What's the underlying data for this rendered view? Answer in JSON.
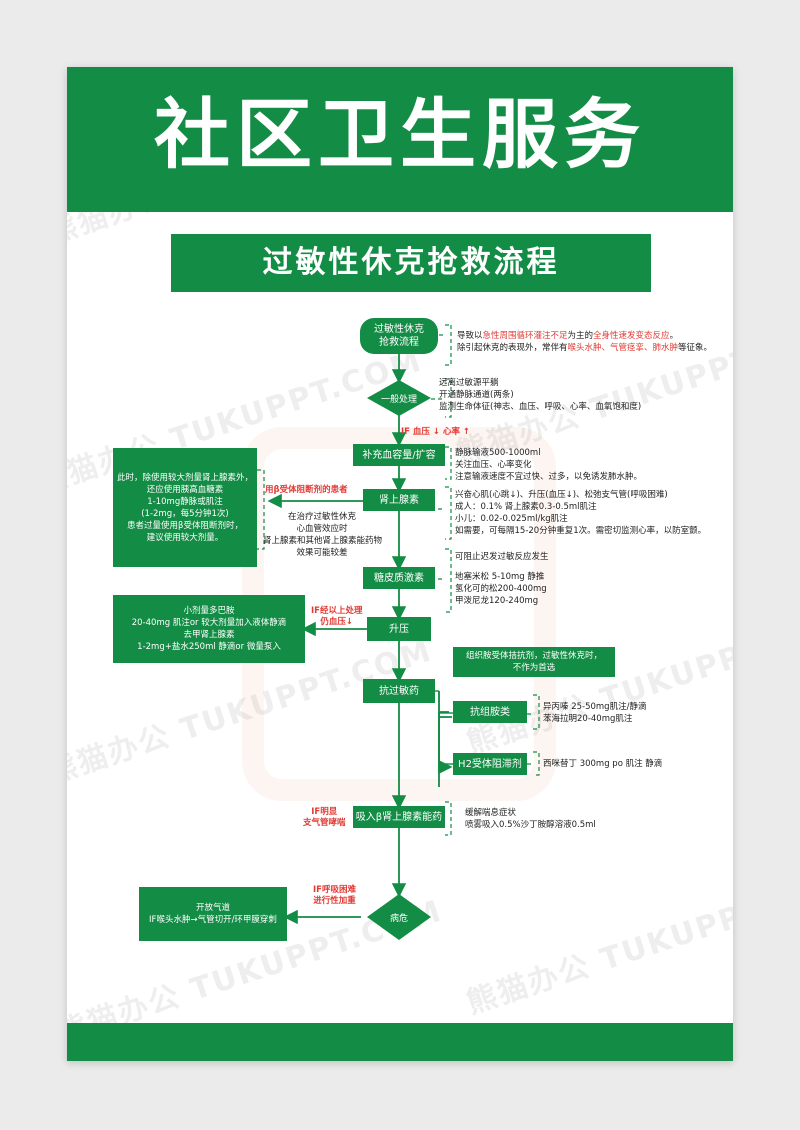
{
  "header": {
    "title": "社区卫生服务",
    "subtitle": "过敏性休克抢救流程"
  },
  "watermark": {
    "text": "熊猫办公 TUKUPPT.COM"
  },
  "colors": {
    "primary": "#138c45",
    "alert": "#e23b35",
    "background": "#ebebeb"
  },
  "flow": {
    "start": "过敏性休克\n抢救流程",
    "step1": "一般处理",
    "cond1": "IF 血压 ↓ 心率 ↑",
    "step2": "补充血容量/扩容",
    "step3": "肾上腺素",
    "step4": "糖皮质激素",
    "step5": "升压",
    "step6": "抗过敏药",
    "step6a": "抗组胺类",
    "step6b": "H2受体阻滞剂",
    "step7": "吸入β肾上腺素能药",
    "step8": "病危"
  },
  "conditions": {
    "beta_blocker": "用β受体阻断剂的患者",
    "still_low": [
      "IF经以上处理",
      "仍血压↓"
    ],
    "bronchospasm": [
      "IF明显",
      "支气管哮喘"
    ],
    "dyspnea": [
      "IF呼吸困难",
      "进行性加重"
    ]
  },
  "notes": {
    "intro": {
      "p1": "导致以",
      "r1": "急性周围循环灌注不足",
      "p2": "为主的",
      "r2": "全身性速发变态反应",
      "p3": "。",
      "p4": "除引起休克的表现外，常伴有",
      "r3": "喉头水肿、气管痉挛、肺水肿",
      "p5": "等征象。"
    },
    "general": [
      "远离过敏源平躺",
      "开通静脉通道(两条)",
      "监测生命体征(神志、血压、呼吸、心率、血氧饱和度)"
    ],
    "fluid": [
      "静脉输液500-1000ml",
      "关注血压、心率变化",
      "注意输液速度不宜过快、过多，以免诱发肺水肿。"
    ],
    "epinephrine": [
      "兴奋心肌(心跳↓)、升压(血压↓)、松弛支气管(呼吸困难)",
      "成人：0.1% 肾上腺素0.3-0.5ml肌注",
      "小儿：0.02-0.025ml/kg肌注",
      "如需要，可每隔15-20分钟重复1次。需密切监测心率，以防室颤。"
    ],
    "steroid": [
      "可阻止迟发过敏反应发生",
      "",
      "地塞米松 5-10mg 静推",
      "氢化可的松200-400mg",
      "甲泼尼龙120-240mg"
    ],
    "antihistamine_note": [
      "组织胺受体拮抗剂，过敏性休克时，",
      "不作为首选"
    ],
    "antihistamine": [
      "异丙嗪 25-50mg肌注/静滴",
      "苯海拉明20-40mg肌注"
    ],
    "h2": "西咪替丁 300mg po 肌注 静滴",
    "inhaled": [
      "缓解喘息症状",
      "喷雾吸入0.5%沙丁胺醇溶液0.5ml"
    ],
    "beta_left": [
      "此时，除使用较大剂量肾上腺素外，",
      "还应使用胰高血糖素",
      "1-10mg静脉或肌注",
      "(1-2mg，每5分钟1次)",
      "患者过量使用β受体阻断剂时，",
      "建议使用较大剂量。"
    ],
    "beta_mid": [
      "在治疗过敏性休克",
      "心血管效应时",
      "肾上腺素和其他肾上腺素能药物",
      "效果可能较差"
    ],
    "pressor": [
      "小剂量多巴胺",
      "20-40mg 肌注or 较大剂量加入液体静滴",
      "去甲肾上腺素",
      "1-2mg+盐水250ml 静滴or 微量泵入"
    ],
    "airway": [
      "开放气道",
      "IF喉头水肿→气管切开/环甲膜穿刺"
    ]
  }
}
